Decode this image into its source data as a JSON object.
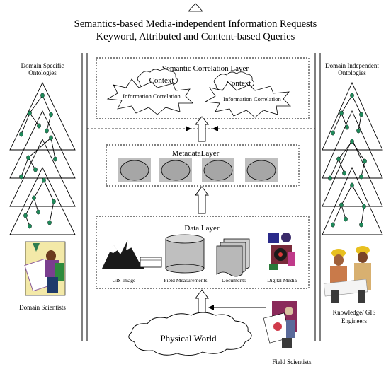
{
  "header": {
    "line1": "Semantics-based Media-independent Information Requests",
    "line2": "Keyword, Attributed and Content-based Queries"
  },
  "left_panel": {
    "title_line1": "Domain Specific",
    "title_line2": "Ontologies",
    "people_label": "Domain Scientists"
  },
  "right_panel": {
    "title_line1": "Domain Independent",
    "title_line2": "Ontologies",
    "people_label_line1": "Knowledge/ GIS",
    "people_label_line2": "Engineers"
  },
  "semantic_layer": {
    "title": "Semantic Correlation Layer",
    "context_left": "Context",
    "context_right": "Context",
    "correlation_left": "Information Correlation",
    "correlation_right": "Information Correlation"
  },
  "metadata_layer": {
    "title": "MetadataLayer"
  },
  "data_layer": {
    "title": "Data Layer",
    "items": [
      "GIS Image",
      "Field Measurements",
      "Documents",
      "Digital Media"
    ]
  },
  "bottom": {
    "physical_world": "Physical World",
    "field_scientists": "Field  Scientists"
  },
  "colors": {
    "node_fill": "#1f8a5a",
    "metadata_box": "#bfbfbf",
    "metadata_ellipse": "#a6a6a6"
  }
}
